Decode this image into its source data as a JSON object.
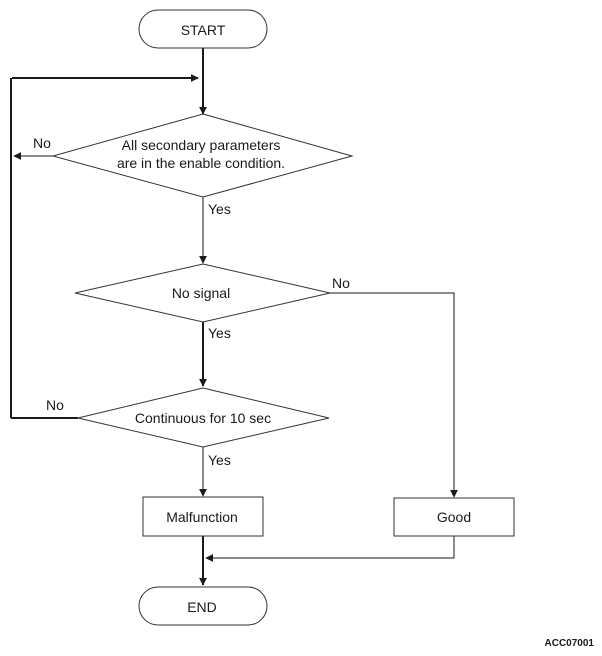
{
  "diagram": {
    "nodes": {
      "start": "START",
      "check_params_line1": "All secondary parameters",
      "check_params_line2": "are in the enable condition.",
      "no_signal": "No signal",
      "continuous": "Continuous for 10 sec",
      "malfunction": "Malfunction",
      "good": "Good",
      "end": "END"
    },
    "edge_labels": {
      "params_no": "No",
      "params_yes": "Yes",
      "signal_no": "No",
      "signal_yes": "Yes",
      "continuous_no": "No",
      "continuous_yes": "Yes"
    },
    "code": "ACC07001"
  }
}
